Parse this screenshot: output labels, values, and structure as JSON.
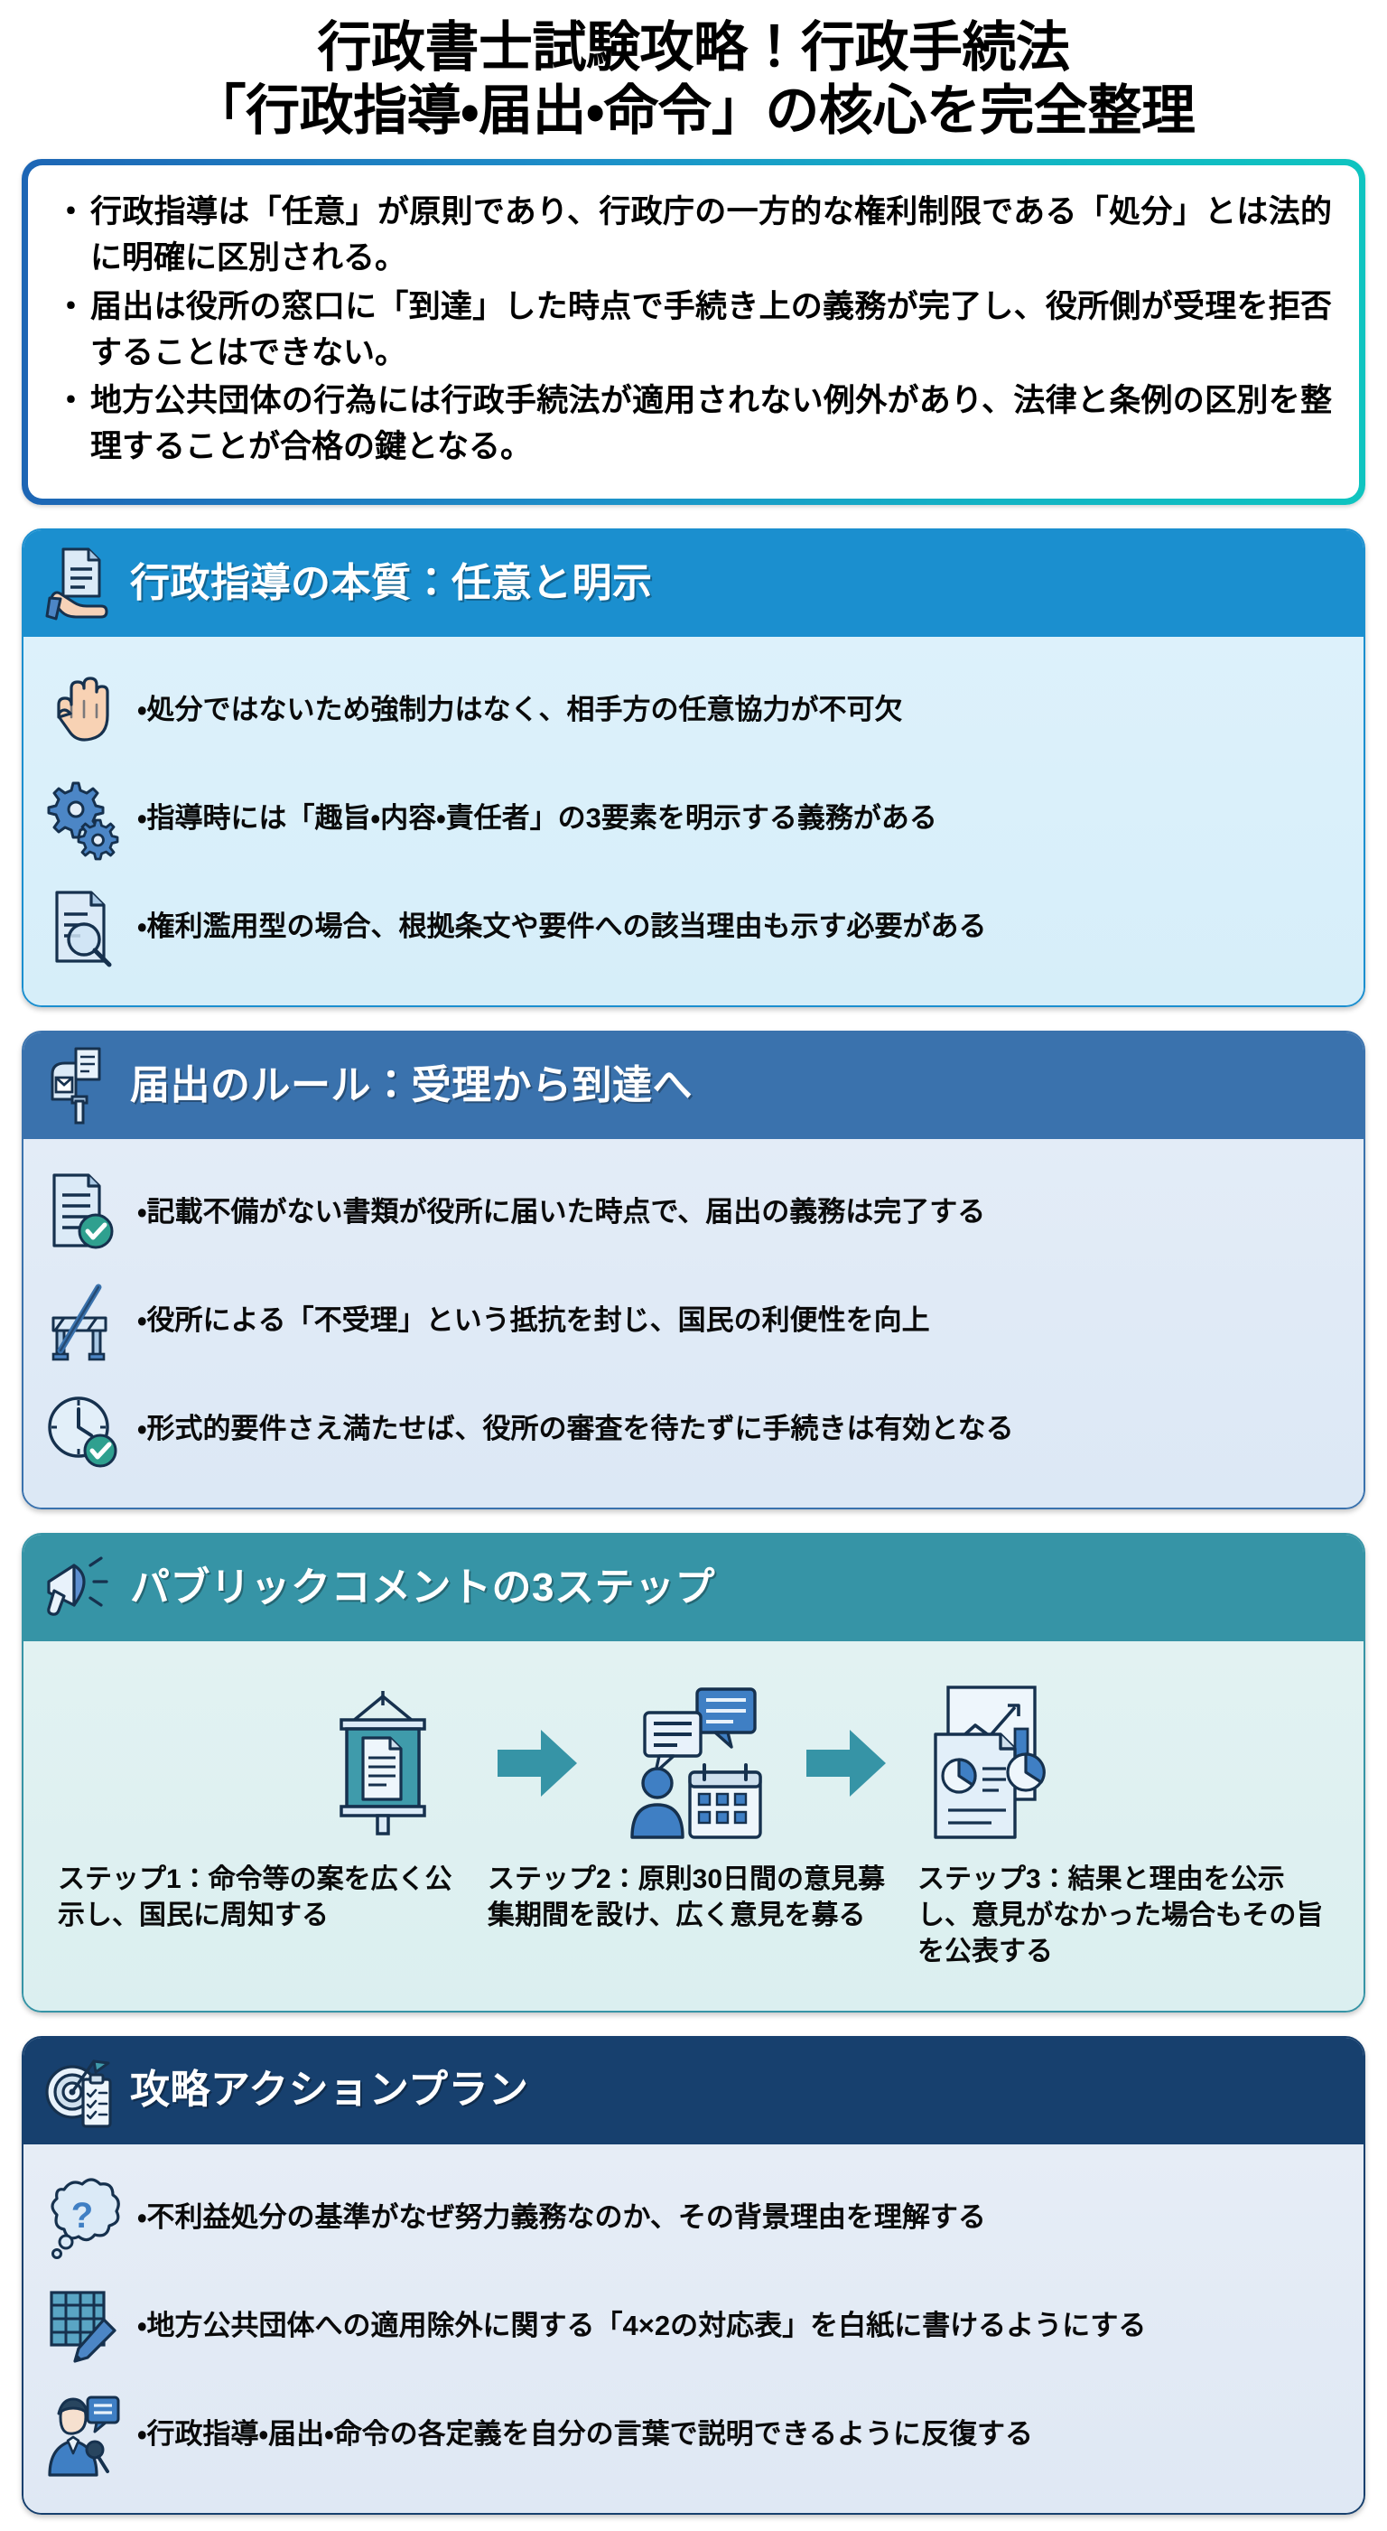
{
  "title": {
    "line1": "行政書士試験攻略！行政手続法",
    "line2": "「行政指導・届出・命令」の核心を完全整理"
  },
  "colors": {
    "summary_border_start": "#1d66b5",
    "summary_border_end": "#0fc4c0",
    "section1_header": "#1b8fcf",
    "section2_header": "#3a72ad",
    "section3_header": "#3694a6",
    "section4_header": "#17406e"
  },
  "bullet_marker": "・",
  "summary": {
    "items": [
      "行政指導は「任意」が原則であり、行政庁の一方的な権利制限である「処分」とは法的に明確に区別される。",
      "届出は役所の窓口に「到達」した時点で手続き上の義務が完了し、役所側が受理を拒否することはできない。",
      "地方公共団体の行為には行政手続法が適用されない例外があり、法律と条例の区別を整理することが合格の鍵となる。"
    ]
  },
  "sections": [
    {
      "id": "gyosei-shido",
      "title": "行政指導の本質：任意と明示",
      "icon": "document-in-hand-icon",
      "bullets": [
        {
          "icon": "raised-hand-icon",
          "text": "・処分ではないため強制力はなく、相手方の任意協力が不可欠"
        },
        {
          "icon": "gears-icon",
          "text": "・指導時には「趣旨・内容・責任者」の3要素を明示する義務がある"
        },
        {
          "icon": "document-magnifier-icon",
          "text": "・権利濫用型の場合、根拠条文や要件への該当理由も示す必要がある"
        }
      ]
    },
    {
      "id": "todokede",
      "title": "届出のルール：受理から到達へ",
      "icon": "mailbox-icon",
      "bullets": [
        {
          "icon": "document-check-icon",
          "text": "・記載不備がない書類が役所に届いた時点で、届出の義務は完了する"
        },
        {
          "icon": "barrier-crossed-icon",
          "text": "・役所による「不受理」という抵抗を封じ、国民の利便性を向上"
        },
        {
          "icon": "clock-check-icon",
          "text": "・形式的要件さえ満たせば、役所の審査を待たずに手続きは有効となる"
        }
      ]
    },
    {
      "id": "public-comment",
      "title": "パブリックコメントの3ステップ",
      "icon": "megaphone-icon",
      "steps": [
        {
          "icon": "noticeboard-icon",
          "label": "ステップ1：命令等の案を広く公示し、国民に周知する"
        },
        {
          "icon": "speech-calendar-icon",
          "label": "ステップ2：原則30日間の意見募集期間を設け、広く意見を募る"
        },
        {
          "icon": "report-charts-icon",
          "label": "ステップ3：結果と理由を公示し、意見がなかった場合もその旨を公表する"
        }
      ],
      "arrow_icon": "arrow-right-icon"
    },
    {
      "id": "action-plan",
      "title": "攻略アクションプラン",
      "icon": "target-checklist-icon",
      "bullets": [
        {
          "icon": "thought-question-icon",
          "text": "・不利益処分の基準がなぜ努力義務なのか、その背景理由を理解する"
        },
        {
          "icon": "table-pencil-icon",
          "text": "・地方公共団体への適用除外に関する「4×2の対応表」を白紙に書けるようにする"
        },
        {
          "icon": "person-speaking-icon",
          "text": "・行政指導・届出・命令の各定義を自分の言葉で説明できるように反復する"
        }
      ]
    }
  ]
}
